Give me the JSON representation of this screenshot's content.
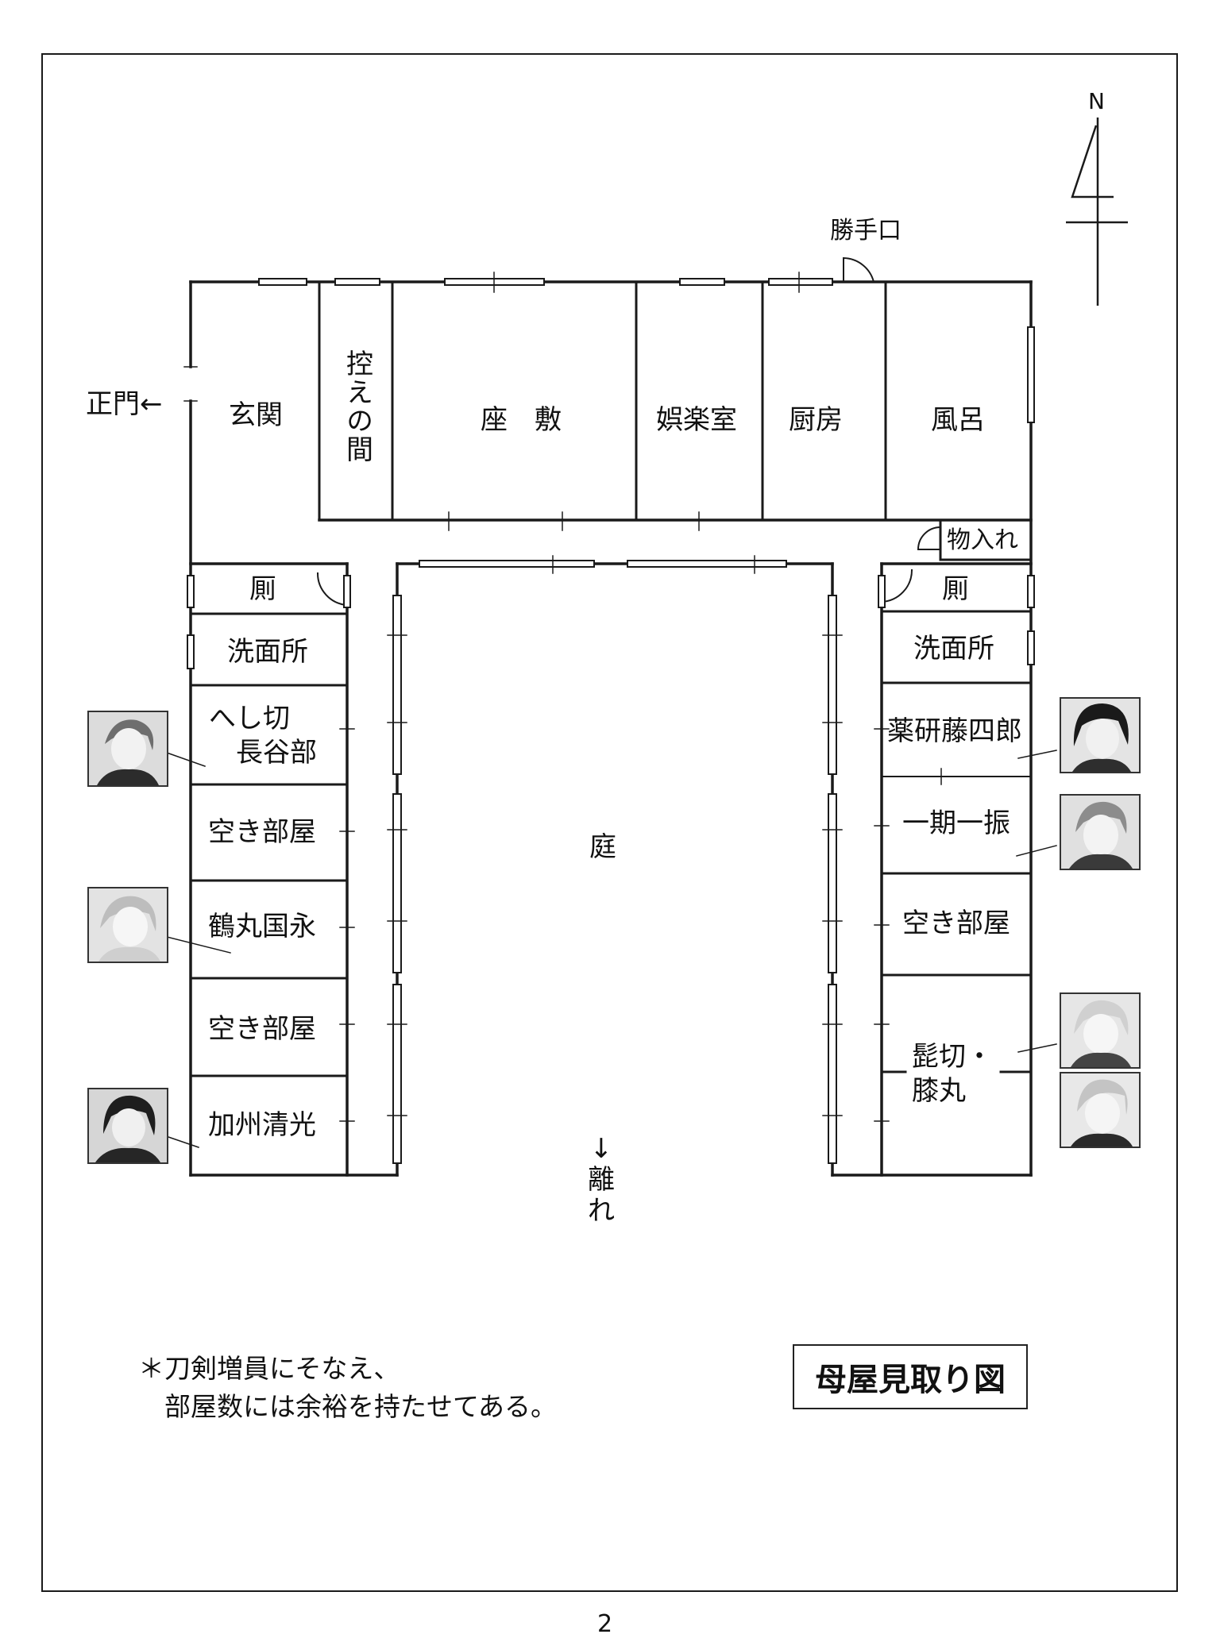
{
  "page": {
    "number": "2"
  },
  "compass": {
    "north_label": "N"
  },
  "labels": {
    "back_door": "勝手口",
    "main_gate": "正門←",
    "entrance": "玄関",
    "waiting_room": "控えの間",
    "parlor": "座　敷",
    "recreation_room": "娯楽室",
    "kitchen": "厨房",
    "bath": "風呂",
    "storage": "物入れ",
    "toilet_left": "厠",
    "toilet_right": "厠",
    "washroom_left": "洗面所",
    "washroom_right": "洗面所",
    "heshikiri": "へし切\n　長谷部",
    "empty_left_1": "空き部屋",
    "tsurumaru": "鶴丸国永",
    "empty_left_2": "空き部屋",
    "kashu": "加州清光",
    "yagen": "薬研藤四郎",
    "ichigo": "一期一振",
    "empty_right": "空き部屋",
    "higekiri_hizamaru": "髭切・\n膝丸",
    "garden": "庭",
    "annex": "↓\n離\nれ"
  },
  "note": "＊刀剣増員にそなえ、\n　部屋数には余裕を持たせてある。",
  "title": "母屋見取り図",
  "colors": {
    "line": "#1a1a1a",
    "paper": "#ffffff"
  }
}
